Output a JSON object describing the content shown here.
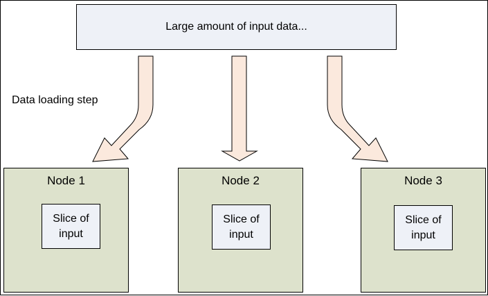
{
  "diagram": {
    "source": {
      "label": "Large amount of input data..."
    },
    "step_label": "Data loading step",
    "nodes": [
      {
        "title": "Node 1",
        "slice_label": "Slice of\ninput"
      },
      {
        "title": "Node 2",
        "slice_label": "Slice of\ninput"
      },
      {
        "title": "Node 3",
        "slice_label": "Slice of\ninput"
      }
    ],
    "colors": {
      "source_fill": "#eef1f7",
      "node_fill": "#dde2cc",
      "slice_fill": "#eef1f7",
      "arrow_fill": "#fbe9dd",
      "border": "#000000"
    }
  }
}
